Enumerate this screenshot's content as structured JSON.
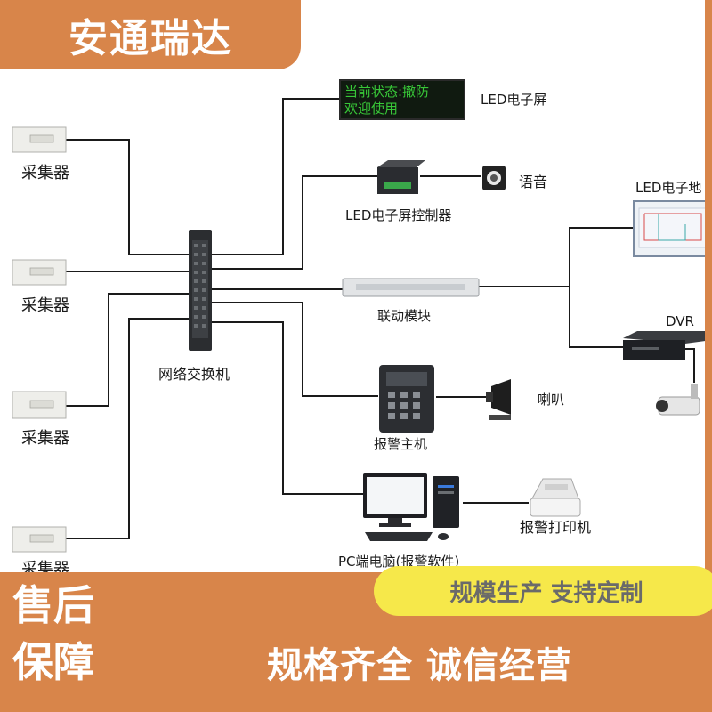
{
  "brand": {
    "name": "安通瑞达"
  },
  "colors": {
    "orange": "#d8854a",
    "yellow": "#f6e84a",
    "yellow_text": "#6a6a6a",
    "line": "#1a1a1a",
    "led_green": "#38c838",
    "led_bg": "#101a10"
  },
  "diagram": {
    "collectors": [
      "采集器",
      "采集器",
      "采集器",
      "采集器"
    ],
    "switch_label": "网络交换机",
    "led_screen_text": {
      "line1": "当前状态:撤防",
      "line2": "欢迎使用"
    },
    "led_screen_label": "LED电子屏",
    "voice_label": "语音",
    "led_controller_label": "LED电子屏控制器",
    "led_map_label": "LED电子地",
    "linkage_label": "联动模块",
    "dvr_label": "DVR",
    "alarm_host_label": "报警主机",
    "horn_label": "喇叭",
    "printer_label": "报警打印机",
    "pc_label": "PC端电脑(报警软件)"
  },
  "banner": {
    "service": [
      "售后",
      "保障"
    ],
    "slogan": "规格齐全 诚信经营",
    "pill": "规模生产 支持定制"
  }
}
